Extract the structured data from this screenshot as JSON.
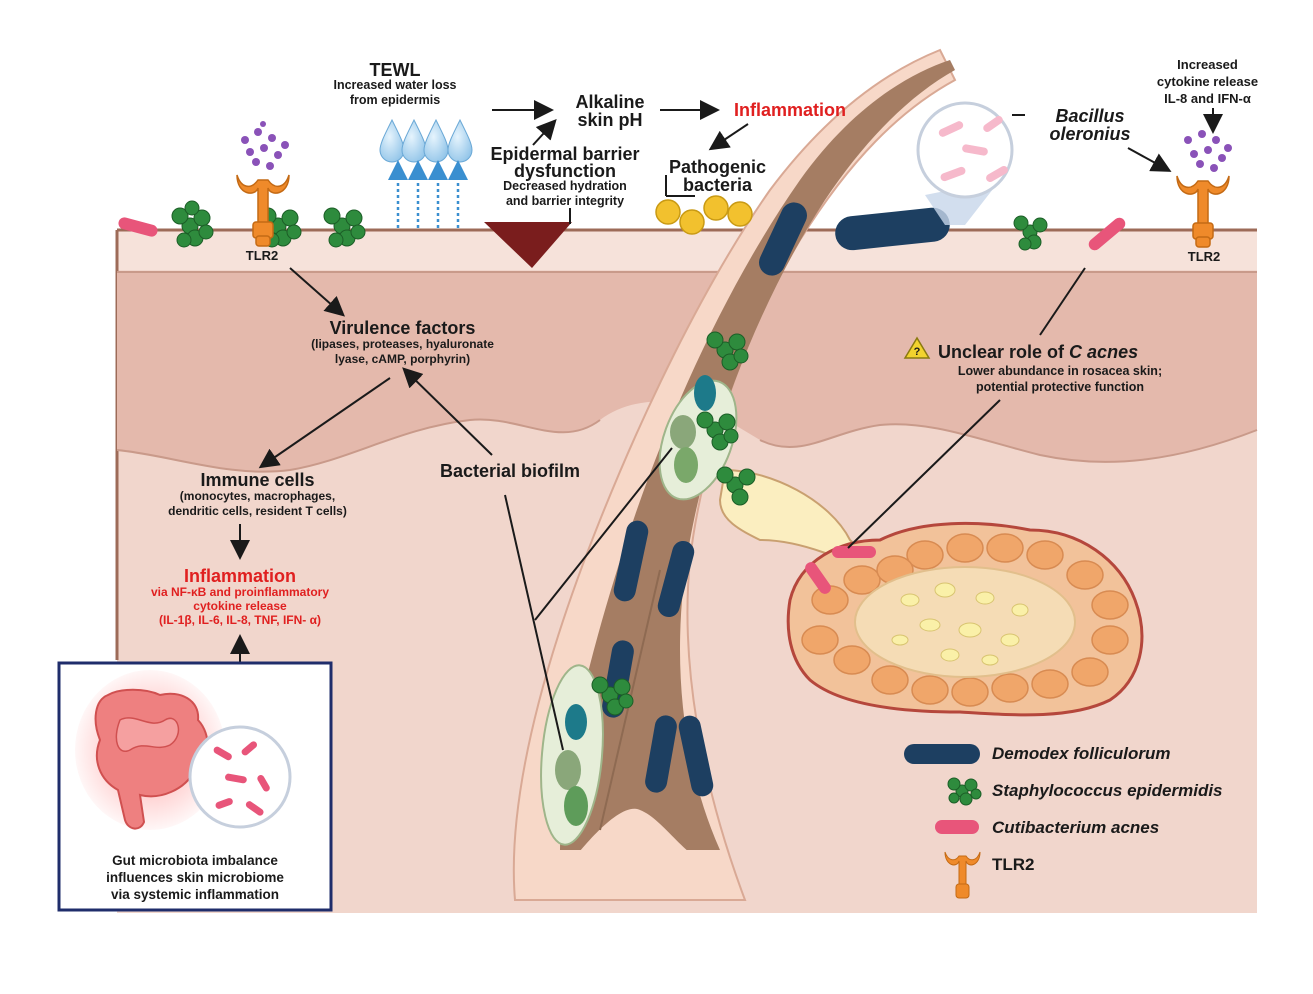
{
  "labels": {
    "tewl_title": "TEWL",
    "tewl_sub_1": "Increased water loss",
    "tewl_sub_2": "from epidermis",
    "alkaline_1": "Alkaline",
    "alkaline_2": "skin pH",
    "inflammation_top": "Inflammation",
    "barrier_1": "Epidermal barrier",
    "barrier_2": "dysfunction",
    "barrier_sub_1": "Decreased hydration",
    "barrier_sub_2": "and barrier integrity",
    "pathogenic_1": "Pathogenic",
    "pathogenic_2": "bacteria",
    "bacillus_1": "Bacillus",
    "bacillus_2": "oleronius",
    "cytokine_1": "Increased",
    "cytokine_2": "cytokine release",
    "cytokine_3": "IL-8 and IFN-α",
    "tlr2_left": "TLR2",
    "tlr2_right": "TLR2",
    "virulence_title": "Virulence factors",
    "virulence_sub_1": "(lipases, proteases, hyaluronate",
    "virulence_sub_2": "lyase, cAMP, porphyrin)",
    "immune_title": "Immune cells",
    "immune_sub_1": "(monocytes, macrophages,",
    "immune_sub_2": "dendritic cells, resident T cells)",
    "biofilm": "Bacterial biofilm",
    "inflammation_mid": "Inflammation",
    "inflam_sub_1": "via NF-κB and proinflammatory",
    "inflam_sub_2": "cytokine release",
    "inflam_sub_3": "(IL-1β, IL-6, IL-8, TNF, IFN- α)",
    "cacnes_title_pre": "Unclear role of ",
    "cacnes_title_it": "C acnes",
    "cacnes_sub_1": "Lower abundance in rosacea skin;",
    "cacnes_sub_2": "potential protective function",
    "gut_1": "Gut microbiota imbalance",
    "gut_2": "influences skin microbiome",
    "gut_3": "via systemic inflammation"
  },
  "legend": [
    {
      "label": "Demodex folliculorum",
      "icon": "demodex-icon"
    },
    {
      "label": "Staphylococcus epidermidis",
      "icon": "staph-icon"
    },
    {
      "label": "Cutibacterium acnes",
      "icon": "cacnes-icon"
    },
    {
      "label": "TLR2",
      "icon": "tlr2-icon"
    }
  ],
  "colors": {
    "skin_top": "#f3ddd4",
    "dermis": "#e8bfb3",
    "dermis_deep": "#f0d2c8",
    "hair": "#a57d63",
    "demodex": "#1d3f61",
    "staph": "#2e8b3d",
    "cacnes": "#e8557a",
    "tlr2": "#ef8a2a",
    "inflammation_red": "#e02020",
    "gut_border": "#1f2d6b"
  }
}
